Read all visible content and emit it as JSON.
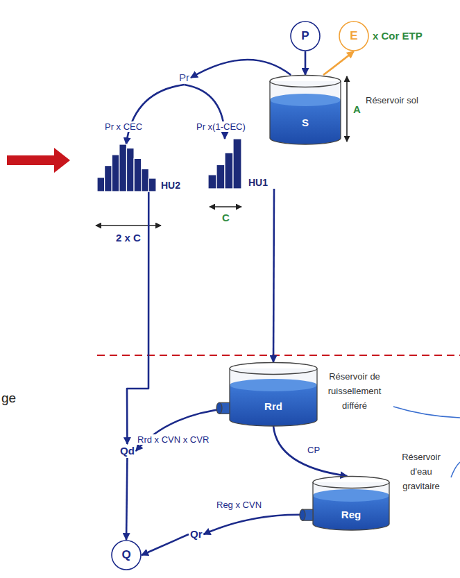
{
  "diagram": {
    "nodes": [
      {
        "text": [
          "P"
        ]
      },
      {
        "text": [
          "E"
        ]
      },
      {
        "text": [
          "S",
          "Réservoir sol"
        ]
      },
      {
        "text": [
          "Pr"
        ]
      },
      {
        "text": [
          "HU2"
        ]
      },
      {
        "text": [
          "HU1"
        ]
      },
      {
        "text": [
          "Rrd",
          "Réservoir de ruissellement différé"
        ]
      },
      {
        "text": [
          "Reg",
          "Réservoir d'eau gravitaire"
        ]
      },
      {
        "text": [
          "Qd"
        ]
      },
      {
        "text": [
          "Qr"
        ]
      },
      {
        "text": [
          "Q"
        ]
      }
    ],
    "edges": [
      {
        "from": 0,
        "to": 2,
        "arrow": "to"
      },
      {
        "from": 2,
        "to": 1,
        "arrow": "to"
      },
      {
        "from": 2,
        "to": 3,
        "arrow": "to"
      },
      {
        "from": 3,
        "to": 4,
        "label": "Pr x CEC",
        "arrow": "to"
      },
      {
        "from": 3,
        "to": 5,
        "label": "Pr x(1-CEC)",
        "arrow": "to"
      },
      {
        "from": 5,
        "to": 6,
        "arrow": "to"
      },
      {
        "from": 4,
        "to": 8,
        "arrow": "to"
      },
      {
        "from": 6,
        "to": 8,
        "label": "Rrd x CVN x CVR",
        "arrow": "to"
      },
      {
        "from": 6,
        "to": 7,
        "label": "CP",
        "arrow": "to"
      },
      {
        "from": 7,
        "to": 9,
        "label": "Reg x CVN",
        "arrow": "to"
      },
      {
        "from": 8,
        "to": 10,
        "arrow": "to"
      },
      {
        "from": 9,
        "to": 10,
        "arrow": "to"
      }
    ],
    "labels": [
      "x Cor ETP",
      "A",
      "2 x C",
      "C",
      "ge"
    ]
  }
}
